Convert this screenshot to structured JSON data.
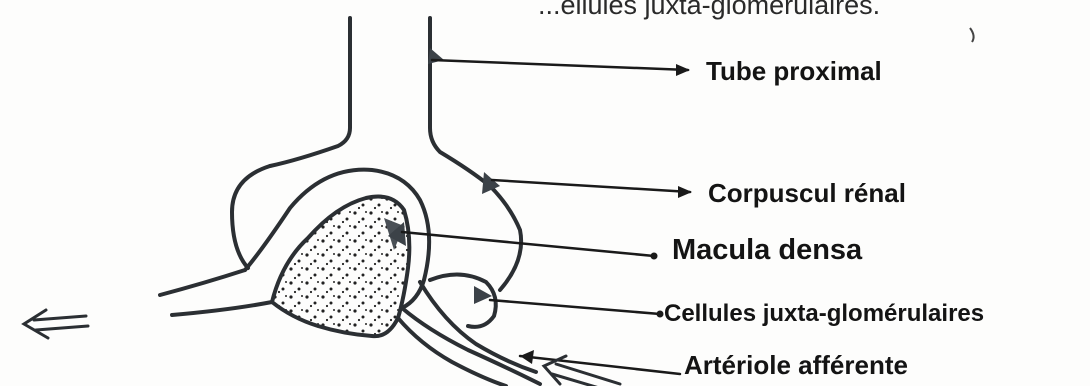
{
  "caption": {
    "text": "...ellules juxta-glomérulaires."
  },
  "labels": {
    "tube_proximal": "Tube proximal",
    "corpuscul_renal": "Corpuscul rénal",
    "macula_densa": "Macula densa",
    "cellules_juxta_glomerulaires": "Cellules juxta-glomérulaires",
    "arteriole_afferente": "Artériole afférente"
  },
  "colors": {
    "ink": "#1a1a1a",
    "wall": "#3c4248",
    "stipple": "#222222",
    "background": "#fdfdfc"
  },
  "icons": {
    "flow_arrows": "double-line-arrow"
  }
}
